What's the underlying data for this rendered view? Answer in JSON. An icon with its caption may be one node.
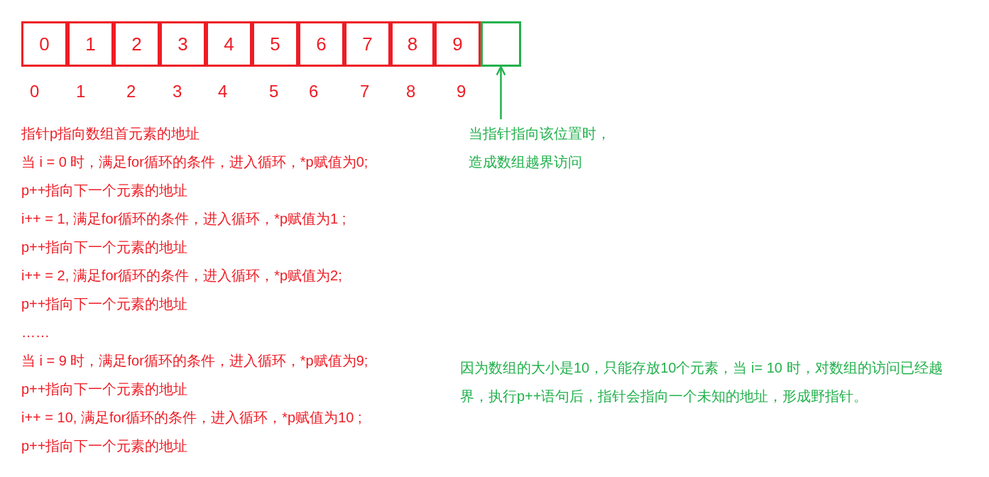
{
  "diagram": {
    "nodes": [
      {
        "text": [
          "0"
        ]
      },
      {
        "text": [
          "1"
        ]
      },
      {
        "text": [
          "2"
        ]
      },
      {
        "text": [
          "3"
        ]
      },
      {
        "text": [
          "4"
        ]
      },
      {
        "text": [
          "5"
        ]
      },
      {
        "text": [
          "6"
        ]
      },
      {
        "text": [
          "7"
        ]
      },
      {
        "text": [
          "8"
        ]
      },
      {
        "text": [
          "9"
        ]
      },
      {
        "text": [],
        "shape": "box"
      },
      {
        "text": [
          "当指针指向该位置时，造成数组越界访问"
        ]
      }
    ],
    "edges": [
      {
        "from": 11,
        "to": 10,
        "arrow": "to"
      }
    ],
    "labels": [
      "0",
      "1",
      "2",
      "3",
      "4",
      "5",
      "6",
      "7",
      "8",
      "9",
      "指针p指向数组首元素的地址",
      "当 i = 0 时，满足for循环的条件，进入循环，*p赋值为0;",
      "p++指向下一个元素的地址",
      "i++ = 1, 满足for循环的条件，进入循环，*p赋值为1 ;",
      "p++指向下一个元素的地址",
      "i++ = 2, 满足for循环的条件，进入循环，*p赋值为2;",
      "p++指向下一个元素的地址",
      "……",
      "当 i = 9 时，满足for循环的条件，进入循环，*p赋值为9;",
      "p++指向下一个元素的地址",
      "i++ = 10, 满足for循环的条件，进入循环，*p赋值为10 ;",
      "p++指向下一个元素的地址",
      "因为数组的大小是10，只能存放10个元素，当 i= 10 时，对数组的访问已经越界，执行p++语句后，指针会指向一个未知的地址，形成野指针。"
    ]
  }
}
